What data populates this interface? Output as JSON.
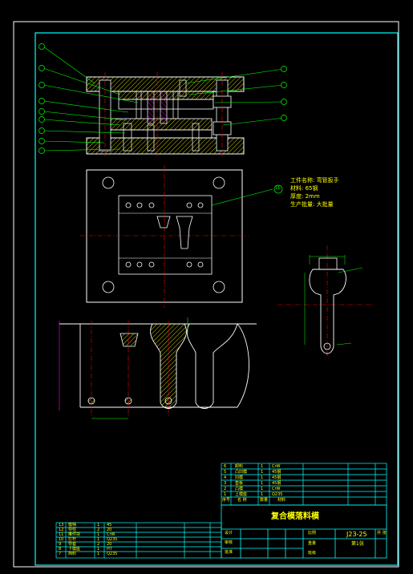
{
  "drawing": {
    "title": "复合模落料模",
    "drawing_no": "J23-25",
    "sheet_label": "共 张",
    "page": "第1张",
    "part_info": {
      "name": "工件名称: 弯管扳手",
      "material": "材料: 65钢",
      "thickness": "厚度: 2mm",
      "batch": "生产批量: 大批量"
    },
    "balloon_label": "11",
    "upper_bom": [
      {
        "no": "6",
        "name": "卸料",
        "qty": "1",
        "mat": "CrW"
      },
      {
        "no": "5",
        "name": "凸凹模",
        "qty": "1",
        "mat": "45钢"
      },
      {
        "no": "4",
        "name": "凹模",
        "qty": "1",
        "mat": "45钢"
      },
      {
        "no": "3",
        "name": "垫板",
        "qty": "1",
        "mat": "45钢"
      },
      {
        "no": "2",
        "name": "凸模",
        "qty": "1",
        "mat": "CrW"
      },
      {
        "no": "1",
        "name": "上模座",
        "qty": "1",
        "mat": "Q235"
      }
    ],
    "upper_header": [
      "序号",
      "名 称",
      "数量",
      "材料"
    ],
    "lower_bom": [
      {
        "no": "13",
        "name": "模柄",
        "qty": "1",
        "mat": "45"
      },
      {
        "no": "12",
        "name": "导柱",
        "qty": "2",
        "mat": "20"
      },
      {
        "no": "11",
        "name": "推件块",
        "qty": "1",
        "mat": "CrW"
      },
      {
        "no": "10",
        "name": "打杆",
        "qty": "1",
        "mat": "Q235"
      },
      {
        "no": "9",
        "name": "导套",
        "qty": "2",
        "mat": "20"
      },
      {
        "no": "8",
        "name": "下模座",
        "qty": "1",
        "mat": "HT"
      },
      {
        "no": "7",
        "name": "挡料",
        "qty": "1",
        "mat": "Q235"
      }
    ],
    "title_block": {
      "designer": "设计",
      "checker": "审核",
      "scale": "比例",
      "weight": "重量",
      "school": "班级",
      "approve": "批准"
    }
  },
  "colors": {
    "frame": "#00ffff",
    "outline": "#ffffff",
    "hatch": "#ffff00",
    "center": "#ff0000",
    "leader": "#00ff00",
    "dim": "#ff00ff"
  }
}
